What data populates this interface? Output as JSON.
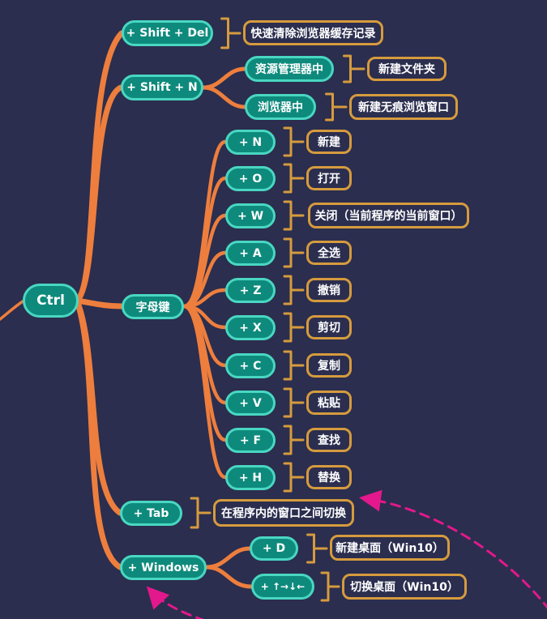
{
  "colors": {
    "background": "#2b2e4e",
    "node_fill": "#0e8a7c",
    "node_border": "#49d7c2",
    "branch_orange": "#ee7e3d",
    "box_border_gold": "#d69b3e",
    "arrow_pink": "#e3188c",
    "text": "#ffffff"
  },
  "nodes": {
    "ctrl": "Ctrl",
    "shift_del": "+ Shift + Del",
    "shift_del_result": "快速清除浏览器缓存记录",
    "shift_n": "+ Shift + N",
    "explorer": "资源管理器中",
    "explorer_result": "新建文件夹",
    "browser": "浏览器中",
    "browser_result": "新建无痕浏览窗口",
    "letters": "字母键",
    "key_n": "+ N",
    "key_n_result": "新建",
    "key_o": "+ O",
    "key_o_result": "打开",
    "key_w": "+ W",
    "key_w_result": "关闭（当前程序的当前窗口）",
    "key_a": "+ A",
    "key_a_result": "全选",
    "key_z": "+ Z",
    "key_z_result": "撤销",
    "key_x": "+ X",
    "key_x_result": "剪切",
    "key_c": "+ C",
    "key_c_result": "复制",
    "key_v": "+ V",
    "key_v_result": "粘贴",
    "key_f": "+ F",
    "key_f_result": "查找",
    "key_h": "+ H",
    "key_h_result": "替换",
    "tab": "+ Tab",
    "tab_result": "在程序内的窗口之间切换",
    "windows": "+ Windows",
    "win_d": "+ D",
    "win_d_result": "新建桌面（Win10）",
    "win_arrows": "+ ↑→↓←",
    "win_arrows_result": "切换桌面（Win10）"
  }
}
